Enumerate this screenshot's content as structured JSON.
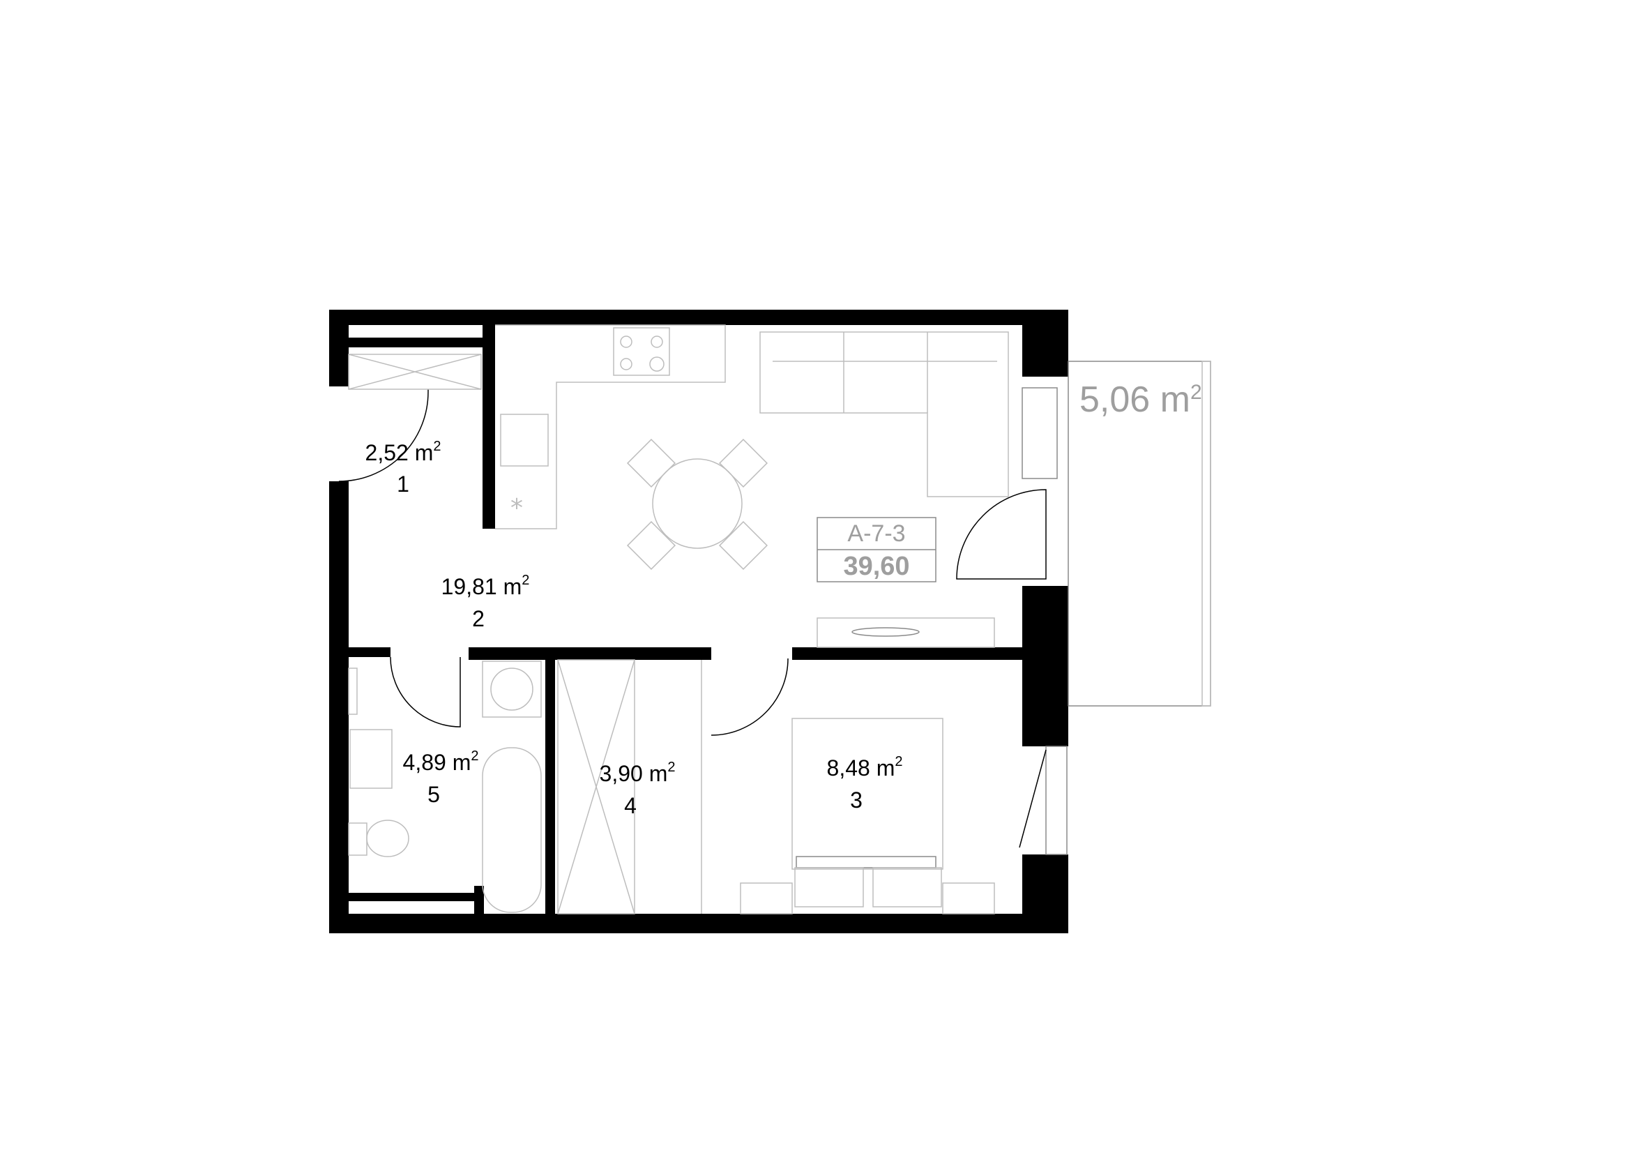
{
  "apartment": {
    "code": "A-7-3",
    "total_area": "39,60"
  },
  "balcony": {
    "area": "5,06",
    "unit": "m",
    "unit_exp": "2"
  },
  "rooms": [
    {
      "area": "2,52",
      "unit": "m",
      "unit_exp": "2",
      "number": "1"
    },
    {
      "area": "19,81",
      "unit": "m",
      "unit_exp": "2",
      "number": "2"
    },
    {
      "area": "8,48",
      "unit": "m",
      "unit_exp": "2",
      "number": "3"
    },
    {
      "area": "3,90",
      "unit": "m",
      "unit_exp": "2",
      "number": "4"
    },
    {
      "area": "4,89",
      "unit": "m",
      "unit_exp": "2",
      "number": "5"
    }
  ],
  "colors": {
    "wall": "#000000",
    "furniture": "#bdbdbd",
    "label_muted": "#9e9e9e"
  }
}
